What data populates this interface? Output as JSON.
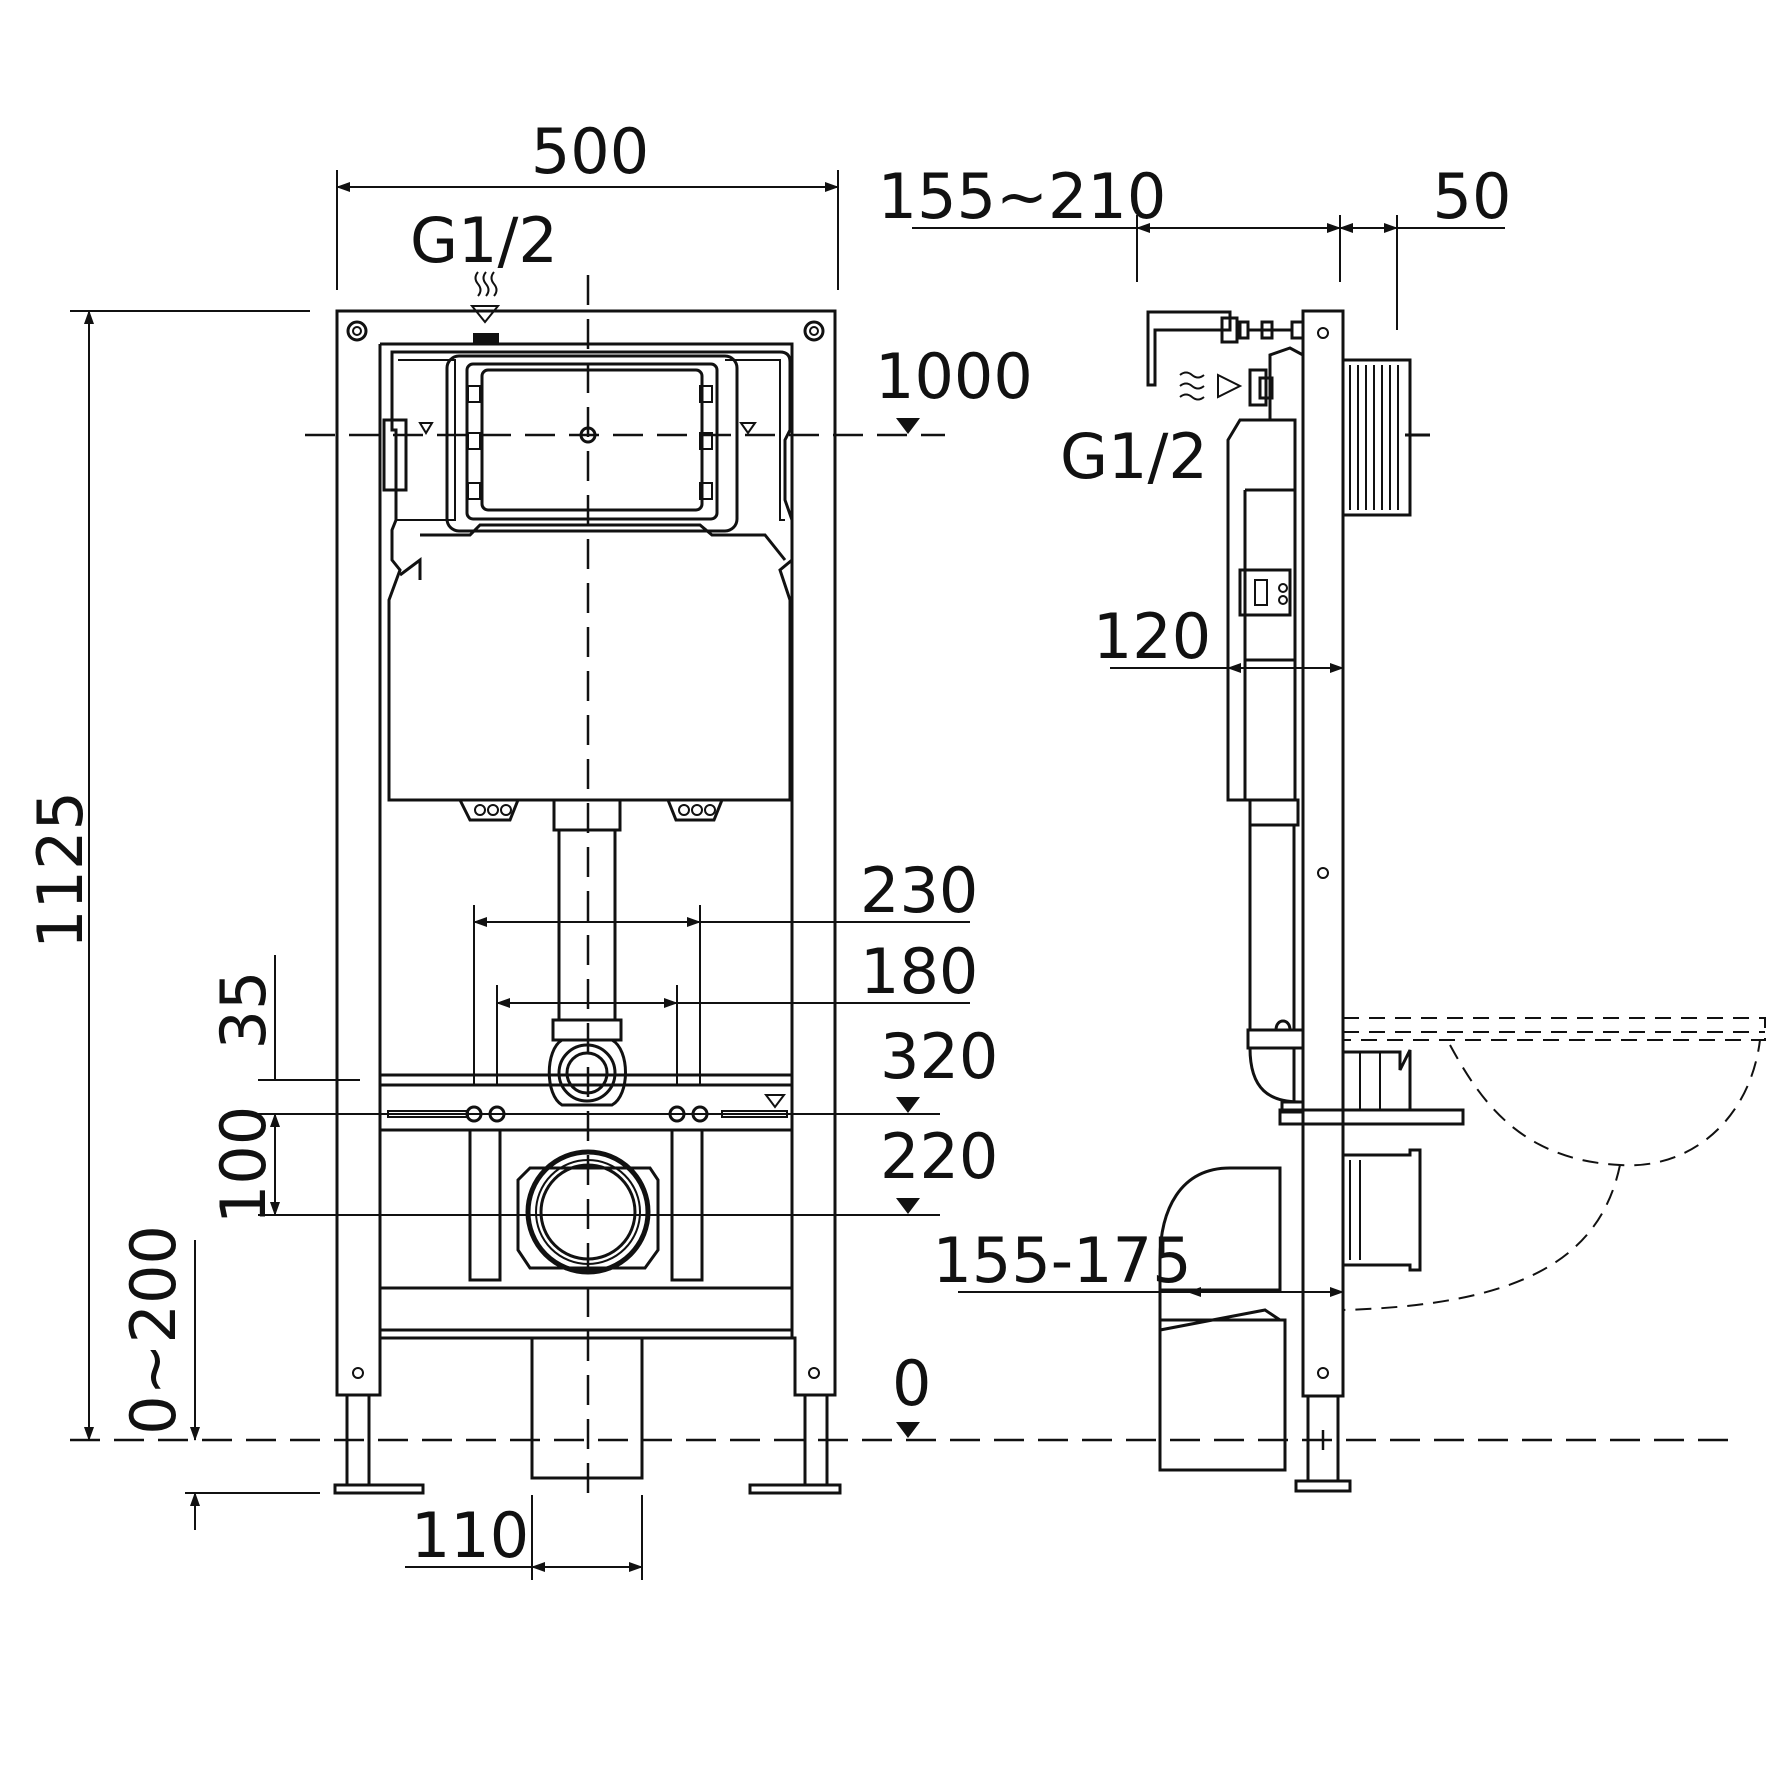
{
  "front_view": {
    "dims": {
      "width": "500",
      "height": "1125",
      "inlet": "G1/2",
      "flush_height": "1000",
      "bolt_230": "230",
      "bolt_180": "180",
      "gap_35": "35",
      "level_320": "320",
      "gap_100": "100",
      "level_220": "220",
      "adjust": "0~200",
      "floor": "0",
      "outlet": "110"
    }
  },
  "side_view": {
    "dims": {
      "depth": "155~210",
      "wall": "50",
      "inlet": "G1/2",
      "frame_depth": "120",
      "outlet_depth": "155-175"
    }
  }
}
